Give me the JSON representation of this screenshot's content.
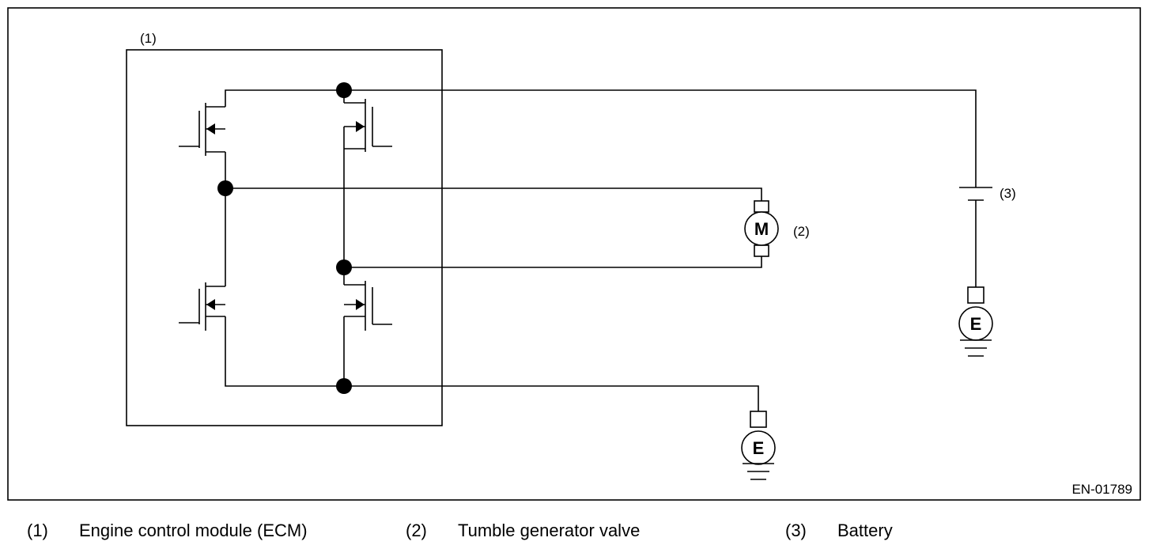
{
  "figure_id": "EN-01789",
  "labels": {
    "ecm": "(1)",
    "motor": "(2)",
    "battery": "(3)",
    "motor_symbol": "M",
    "earth_symbol": "E"
  },
  "legend": [
    {
      "num": "(1)",
      "text": "Engine control module (ECM)"
    },
    {
      "num": "(2)",
      "text": "Tumble generator valve"
    },
    {
      "num": "(3)",
      "text": "Battery"
    }
  ]
}
